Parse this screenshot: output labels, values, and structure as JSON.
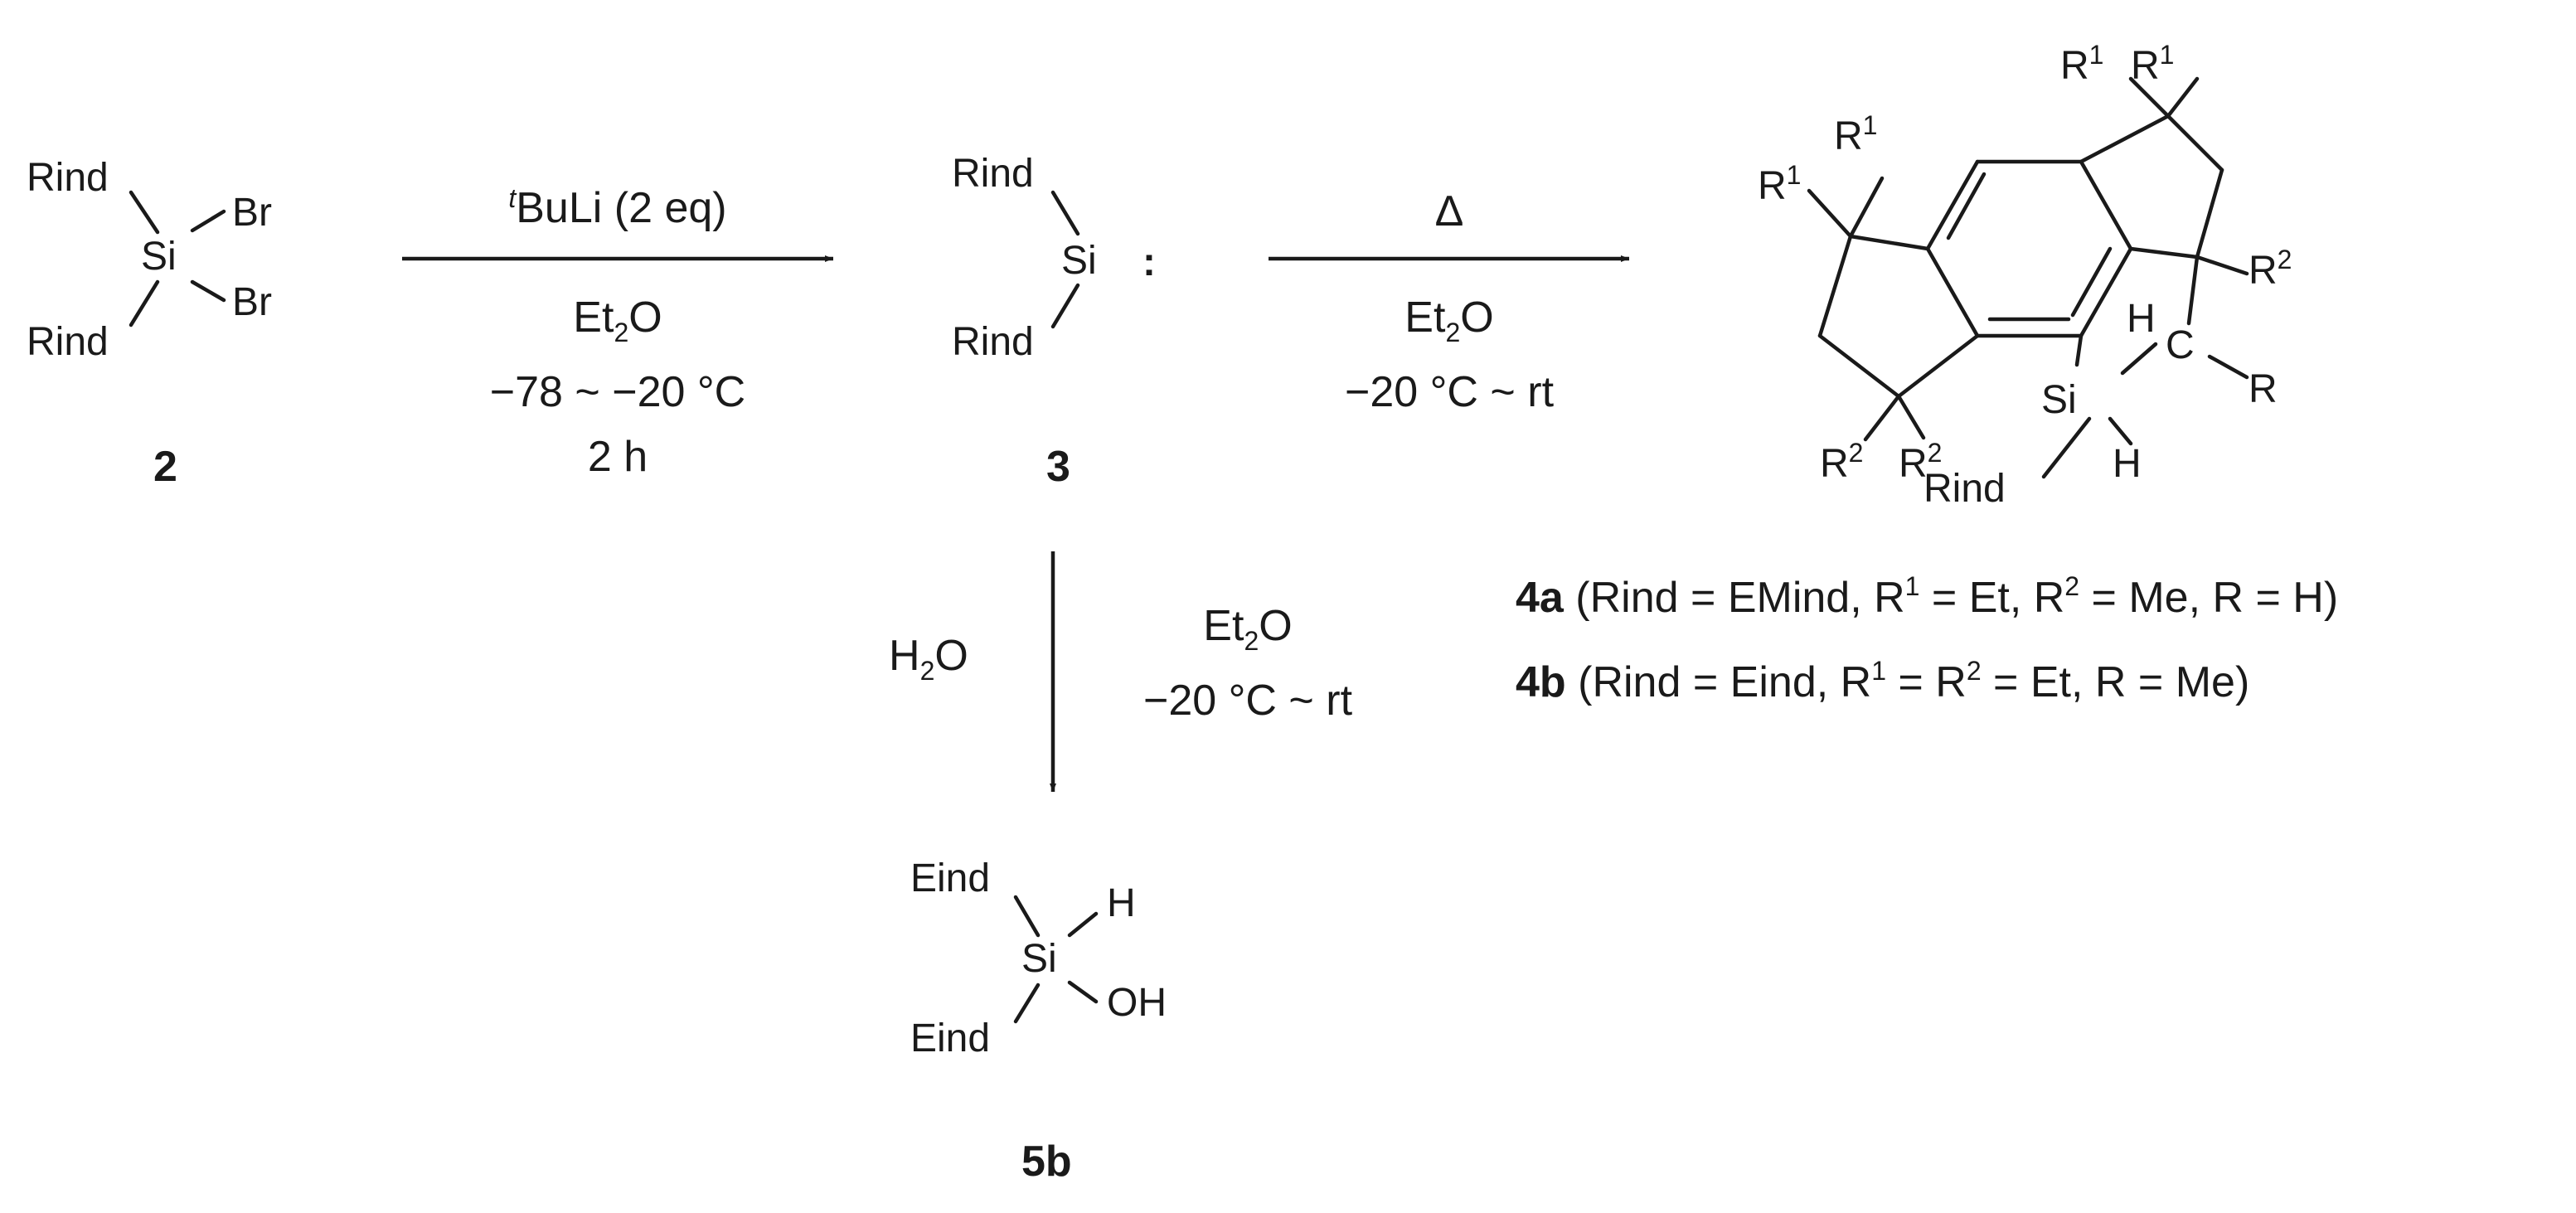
{
  "labels": {
    "rind": "Rind",
    "eind": "Eind",
    "si": "Si",
    "br": "Br",
    "h": "H",
    "oh": "OH",
    "c": "C",
    "r": "R",
    "r_base": "R",
    "sup_1": "1",
    "sup_2": "2",
    "lone_pair": ":"
  },
  "compounds": {
    "c2": "2",
    "c3": "3",
    "c5b": "5b"
  },
  "step1": {
    "reagent_prefix": "t",
    "reagent": "BuLi (2 eq)",
    "solvent_a": "Et",
    "solvent_sub": "2",
    "solvent_b": "O",
    "temp": "−78 ~ −20 °C",
    "time": "2 h"
  },
  "step2": {
    "heat": "Δ",
    "solvent_a": "Et",
    "solvent_sub": "2",
    "solvent_b": "O",
    "temp": "−20 °C ~ rt"
  },
  "step3": {
    "reagent_a": "H",
    "reagent_sub": "2",
    "reagent_b": "O",
    "solvent_a": "Et",
    "solvent_sub": "2",
    "solvent_b": "O",
    "temp": "−20 °C ~ rt"
  },
  "legend": {
    "a_label": "4a",
    "a_t1": " (Rind = EMind, R",
    "a_s1": "1",
    "a_t2": " = Et, R",
    "a_s2": "2",
    "a_t3": " = Me, R = H)",
    "b_label": "4b",
    "b_t1": " (Rind = Eind, R",
    "b_s1": "1",
    "b_t2": " = R",
    "b_s2": "2",
    "b_t3": " = Et, R = Me)"
  }
}
